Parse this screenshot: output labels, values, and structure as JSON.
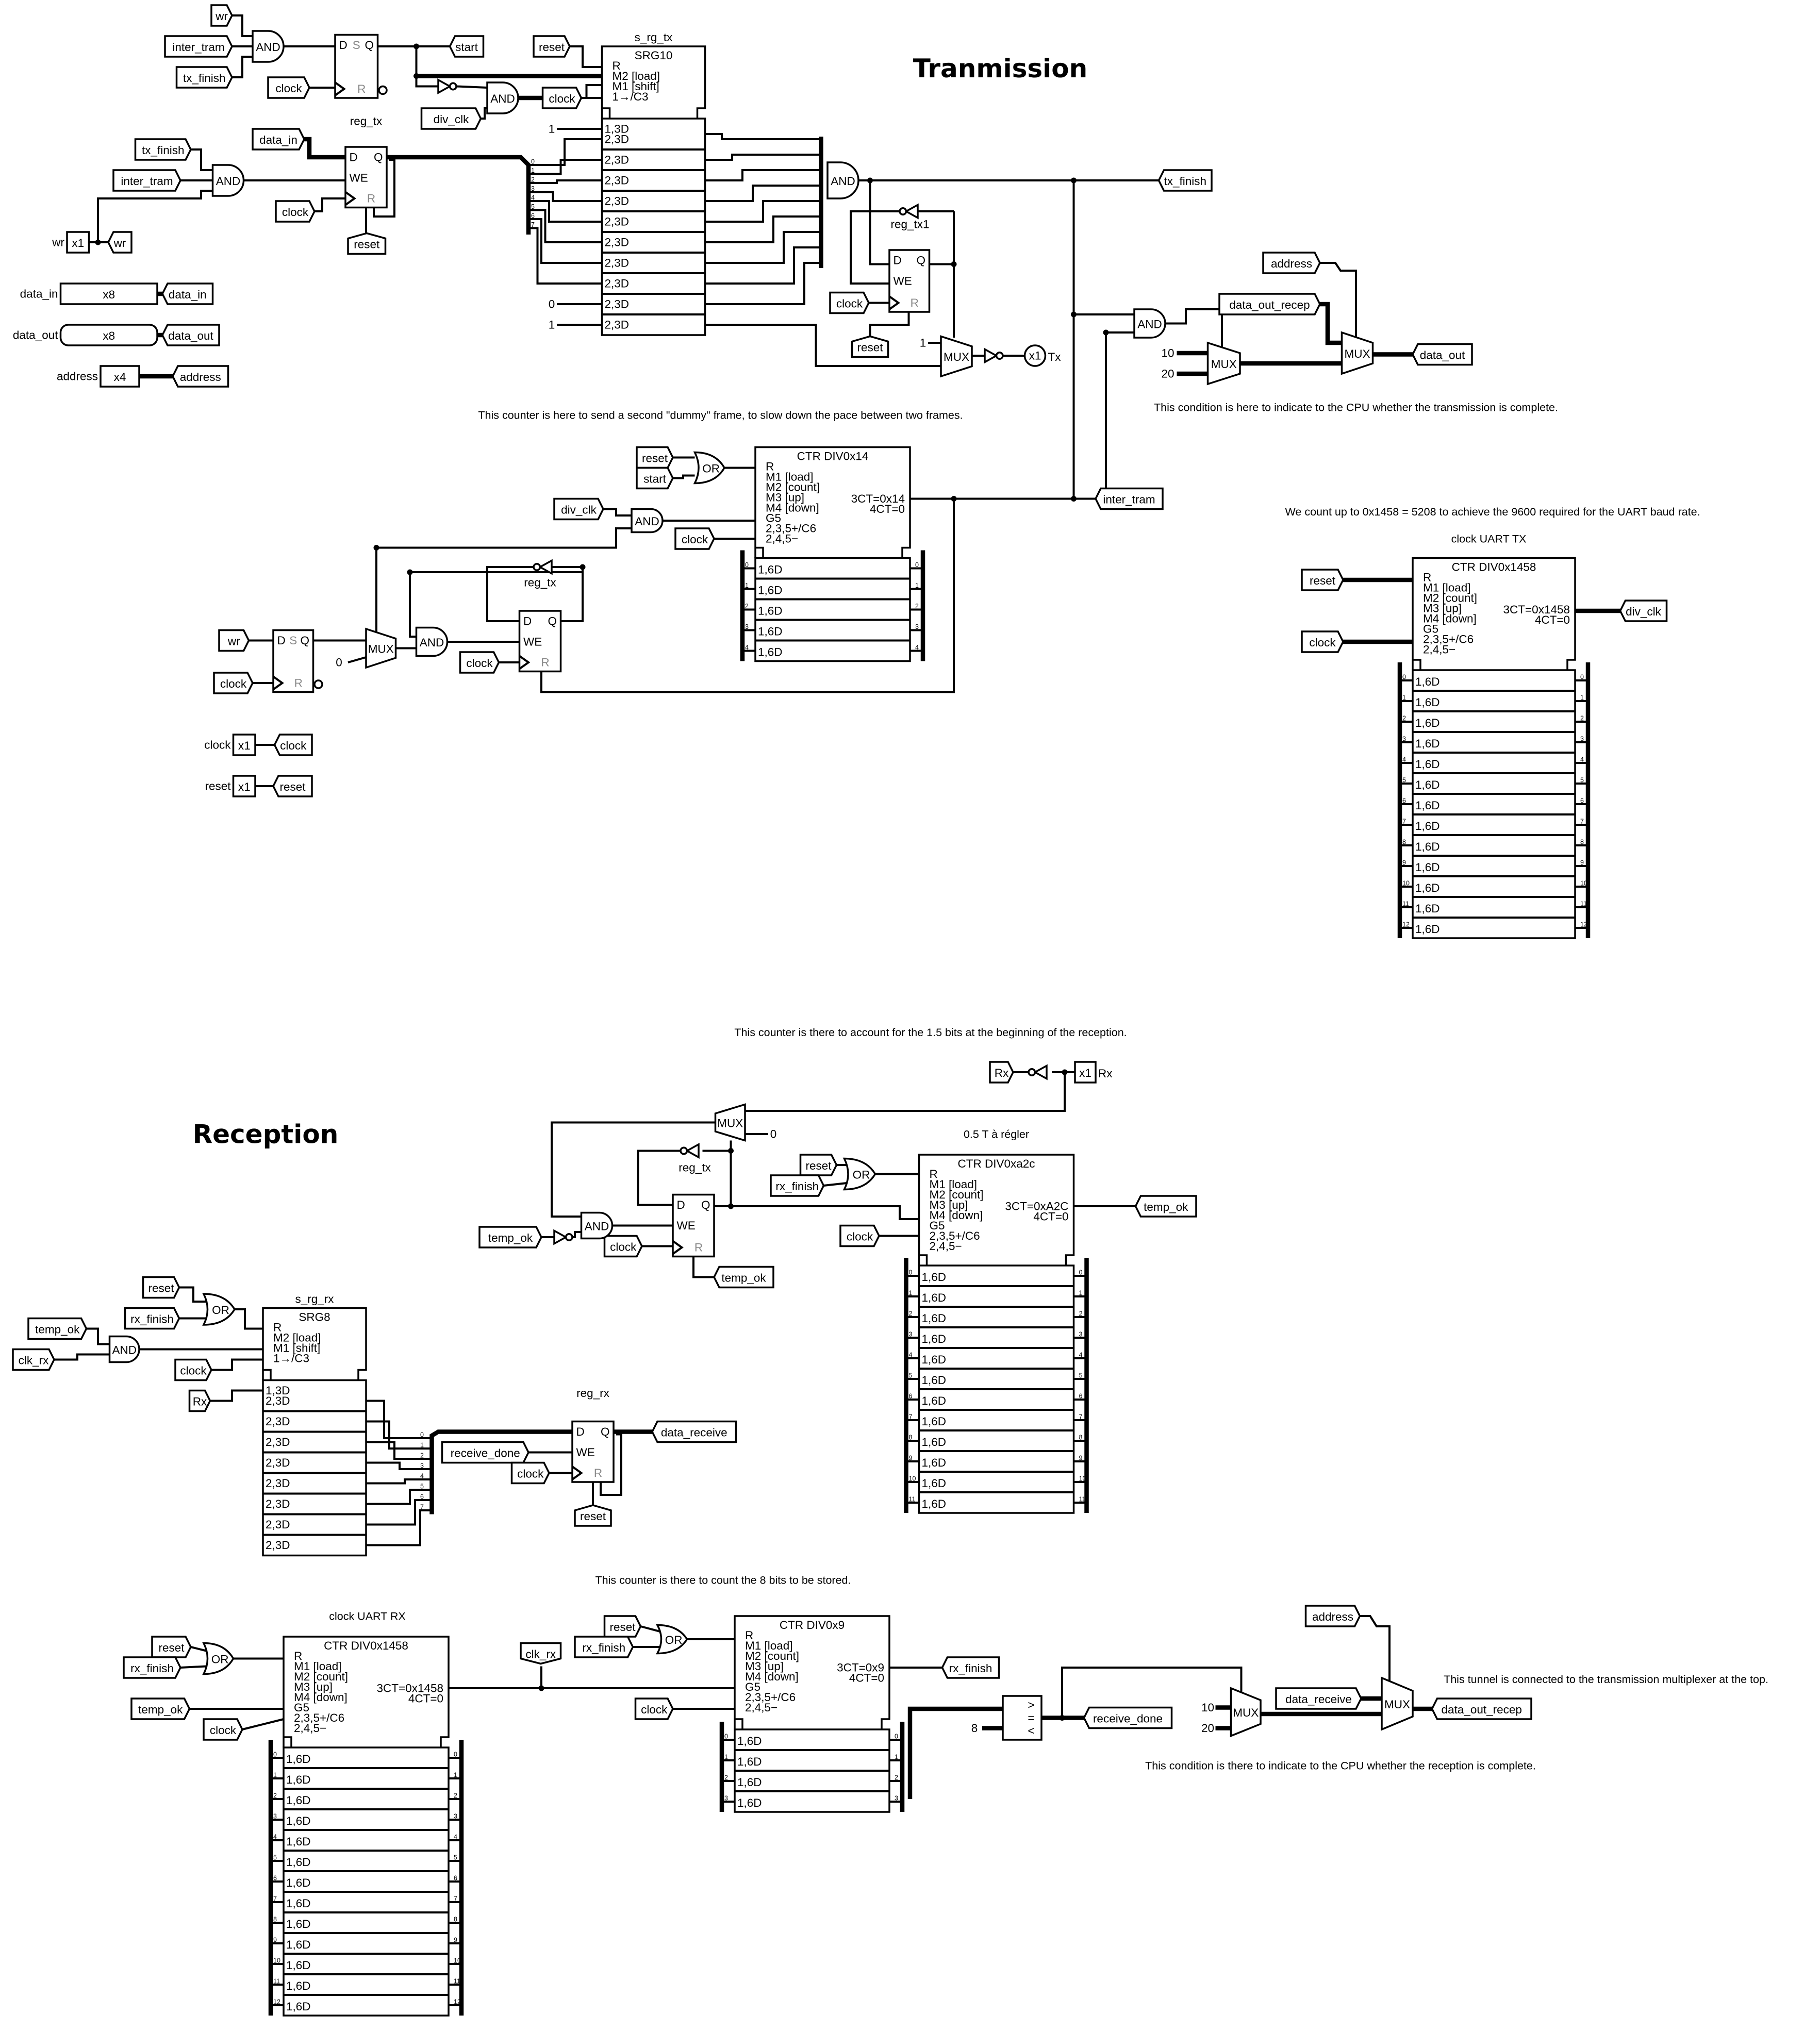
{
  "titles": {
    "transmission": "Tranmission",
    "reception": "Reception"
  },
  "notes": {
    "dummy_frame": "This counter is here to send a second \"dummy\" frame, to slow down the pace between two frames.",
    "tx_complete": "This condition is here to indicate to the CPU whether the transmission is complete.",
    "baud": "We count up to 0x1458 = 5208 to achieve the 9600 required for the UART baud rate.",
    "clock_uart_tx": "clock UART TX",
    "rx_start": "This counter is there to account for the 1.5 bits at the beginning of the reception.",
    "half_t": "0.5 T à régler",
    "count_bits": "This counter is there to count the 8 bits to be stored.",
    "clock_uart_rx": "clock UART RX",
    "tunnel_note": "This tunnel is connected to the transmission multiplexer at the top.",
    "rx_complete": "This condition is there to indicate to the CPU whether the reception is complete."
  },
  "pins": [
    {
      "label": "wr",
      "width": "x1"
    },
    {
      "label": "data_in",
      "width": "x8"
    },
    {
      "label": "data_out",
      "width": "x8"
    },
    {
      "label": "address",
      "width": "x4"
    },
    {
      "label": "clock",
      "width": "x1"
    },
    {
      "label": "reset",
      "width": "x1"
    },
    {
      "label": "Tx",
      "width": "x1"
    },
    {
      "label": "Rx",
      "width": "x1"
    }
  ],
  "tunnels": [
    "wr",
    "inter_tram",
    "tx_finish",
    "clock",
    "start",
    "reset",
    "div_clk",
    "clock",
    "data_in",
    "tx_finish",
    "inter_tram",
    "clock",
    "reset",
    "wr",
    "data_in",
    "data_out",
    "address",
    "tx_finish",
    "clock",
    "reset",
    "address",
    "data_out_recep",
    "data_out",
    "reset",
    "start",
    "div_clk",
    "clock",
    "inter_tram",
    "wr",
    "clock",
    "clock",
    "clock",
    "reset",
    "reset",
    "clock",
    "div_clk",
    "Rx",
    "temp_ok",
    "clock",
    "temp_ok",
    "reset",
    "rx_finish",
    "clock",
    "temp_ok",
    "reset",
    "rx_finish",
    "temp_ok",
    "clk_rx",
    "clock",
    "Rx",
    "data_receive",
    "receive_done",
    "clock",
    "reset",
    "reset",
    "rx_finish",
    "temp_ok",
    "clock",
    "clk_rx",
    "reset",
    "rx_finish",
    "clock",
    "rx_finish",
    "receive_done",
    "address",
    "data_receive",
    "data_out_recep"
  ],
  "gates": [
    "AND",
    "AND",
    "AND",
    "AND",
    "MUX",
    "AND",
    "MUX",
    "MUX",
    "OR",
    "AND",
    "AND",
    "MUX",
    "MUX",
    "AND",
    "OR",
    "OR",
    "AND",
    "OR",
    "OR",
    "MUX",
    "MUX"
  ],
  "flipflops": {
    "ports": {
      "D": "D",
      "Q": "Q",
      "WE": "WE",
      "S": "S",
      "R": "R"
    },
    "names": [
      "reg_tx",
      "",
      "reg_tx1",
      "reg_tx",
      "",
      "reg_tx",
      "reg_rx"
    ]
  },
  "inverter_labels": [
    "reg_tx1",
    "reg_tx",
    "reg_tx"
  ],
  "constants": [
    "1",
    "0",
    "1",
    "1",
    "10",
    "20",
    "0",
    "0",
    "8",
    "10",
    "20"
  ],
  "splitter_bits": [
    "0",
    "1",
    "2",
    "3",
    "4",
    "5",
    "6",
    "7",
    "8",
    "9",
    "10",
    "11",
    "12"
  ],
  "comparator": {
    "gt": ">",
    "eq": "=",
    "lt": "<"
  },
  "counters": {
    "srg_tx": {
      "name": "s_rg_tx",
      "title": "SRG10",
      "ports": [
        "R",
        "M2 [load]",
        "M1 [shift]",
        "1→/C3"
      ],
      "outputs": [],
      "cells": [
        "1,3D",
        "2,3D",
        "2,3D",
        "2,3D",
        "2,3D",
        "2,3D",
        "2,3D",
        "2,3D",
        "2,3D",
        "2,3D",
        "2,3D"
      ]
    },
    "srg_rx": {
      "name": "s_rg_rx",
      "title": "SRG8",
      "ports": [
        "R",
        "M2 [load]",
        "M1 [shift]",
        "1→/C3"
      ],
      "outputs": [],
      "cells": [
        "1,3D",
        "2,3D",
        "2,3D",
        "2,3D",
        "2,3D",
        "2,3D",
        "2,3D",
        "2,3D",
        "2,3D"
      ]
    },
    "ctr_14": {
      "name": "",
      "title": "CTR DIV0x14",
      "ports": [
        "R",
        "M1 [load]",
        "M2 [count]",
        "M3 [up]",
        "M4 [down]",
        "G5",
        "2,3,5+/C6",
        "2,4,5−"
      ],
      "outputs": [
        "3CT=0x14",
        "4CT=0"
      ],
      "cells": [
        "1,6D",
        "1,6D",
        "1,6D",
        "1,6D",
        "1,6D"
      ]
    },
    "ctr_tx": {
      "name": "",
      "title": "CTR DIV0x1458",
      "ports": [
        "R",
        "M1 [load]",
        "M2 [count]",
        "M3 [up]",
        "M4 [down]",
        "G5",
        "2,3,5+/C6",
        "2,4,5−"
      ],
      "outputs": [
        "3CT=0x1458",
        "4CT=0"
      ],
      "cells": [
        "1,6D",
        "1,6D",
        "1,6D",
        "1,6D",
        "1,6D",
        "1,6D",
        "1,6D",
        "1,6D",
        "1,6D",
        "1,6D",
        "1,6D",
        "1,6D",
        "1,6D"
      ]
    },
    "ctr_a2c": {
      "name": "",
      "title": "CTR DIV0xa2c",
      "ports": [
        "R",
        "M1 [load]",
        "M2 [count]",
        "M3 [up]",
        "M4 [down]",
        "G5",
        "2,3,5+/C6",
        "2,4,5−"
      ],
      "outputs": [
        "3CT=0xA2C",
        "4CT=0"
      ],
      "cells": [
        "1,6D",
        "1,6D",
        "1,6D",
        "1,6D",
        "1,6D",
        "1,6D",
        "1,6D",
        "1,6D",
        "1,6D",
        "1,6D",
        "1,6D",
        "1,6D"
      ]
    },
    "ctr_rx": {
      "name": "",
      "title": "CTR DIV0x1458",
      "ports": [
        "R",
        "M1 [load]",
        "M2 [count]",
        "M3 [up]",
        "M4 [down]",
        "G5",
        "2,3,5+/C6",
        "2,4,5−"
      ],
      "outputs": [
        "3CT=0x1458",
        "4CT=0"
      ],
      "cells": [
        "1,6D",
        "1,6D",
        "1,6D",
        "1,6D",
        "1,6D",
        "1,6D",
        "1,6D",
        "1,6D",
        "1,6D",
        "1,6D",
        "1,6D",
        "1,6D",
        "1,6D"
      ]
    },
    "ctr_9": {
      "name": "",
      "title": "CTR DIV0x9",
      "ports": [
        "R",
        "M1 [load]",
        "M2 [count]",
        "M3 [up]",
        "M4 [down]",
        "G5",
        "2,3,5+/C6",
        "2,4,5−"
      ],
      "outputs": [
        "3CT=0x9",
        "4CT=0"
      ],
      "cells": [
        "1,6D",
        "1,6D",
        "1,6D",
        "1,6D"
      ]
    }
  }
}
